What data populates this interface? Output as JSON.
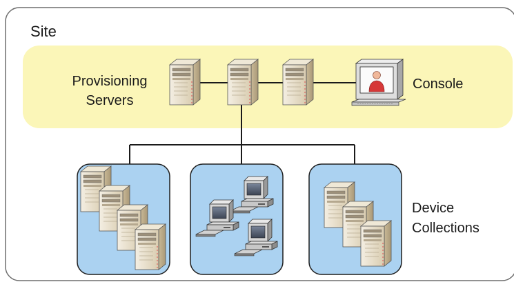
{
  "site": {
    "label": "Site"
  },
  "provisioning": {
    "line1": "Provisioning",
    "line2": "Servers"
  },
  "console": {
    "label": "Console"
  },
  "devices": {
    "line1": "Device",
    "line2": "Collections"
  },
  "colors": {
    "band": "#fbf6b8",
    "collection_fill": "#abd2f1",
    "server_beige": "#e7dcc4",
    "line": "#1a1a1a"
  }
}
